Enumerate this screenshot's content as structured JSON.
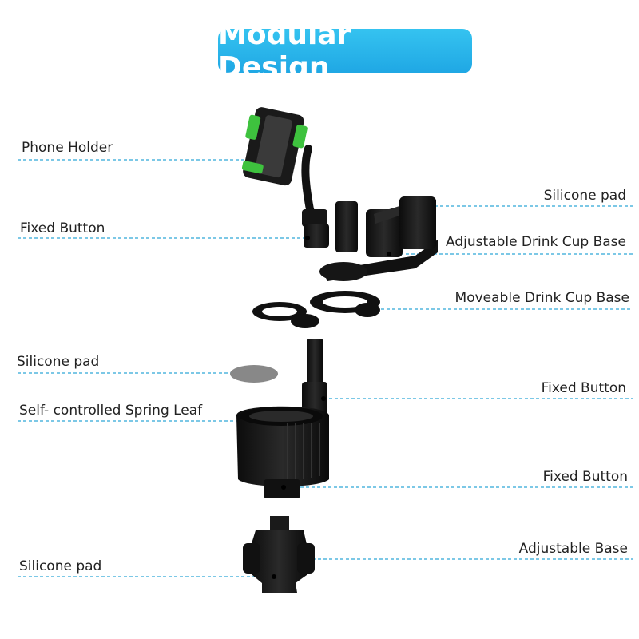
{
  "title": "Modular Design",
  "accent_color": "#1fa7e4",
  "leader_color": "#2fa8d8",
  "labels_left": [
    {
      "text": "Phone Holder"
    },
    {
      "text": "Fixed Button"
    },
    {
      "text": "Silicone pad"
    },
    {
      "text": "Self- controlled Spring Leaf"
    },
    {
      "text": "Silicone pad"
    }
  ],
  "labels_right": [
    {
      "text": "Silicone pad"
    },
    {
      "text": "Adjustable Drink Cup Base"
    },
    {
      "text": "Moveable Drink Cup Base"
    },
    {
      "text": "Fixed Button"
    },
    {
      "text": "Fixed Button"
    },
    {
      "text": "Adjustable Base"
    }
  ]
}
